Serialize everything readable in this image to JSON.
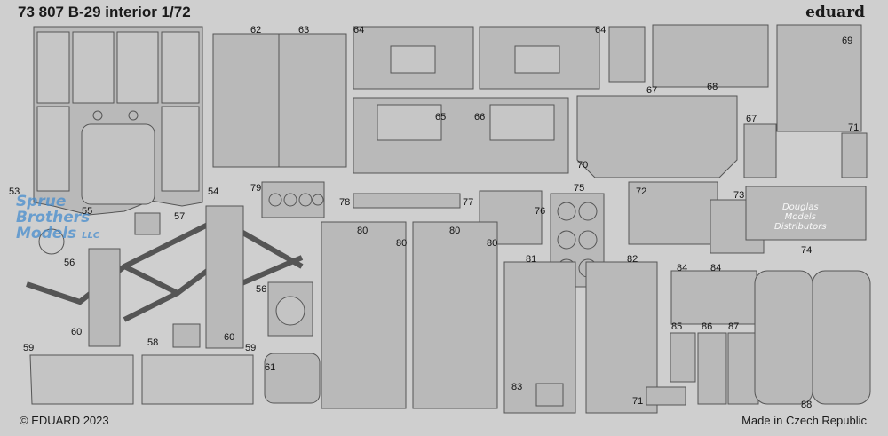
{
  "header": {
    "title": "73 807 B-29 interior 1/72",
    "brand": "eduard"
  },
  "footer": {
    "copyright": "© EDUARD 2023",
    "origin": "Made in Czech Republic"
  },
  "watermarks": {
    "left": [
      "Sprue",
      "Brothers",
      "Models",
      "LLC"
    ],
    "right": [
      "Douglas",
      "Models",
      "Distributors"
    ]
  },
  "colors": {
    "fret": "#cfcfcf",
    "part": "#b9b9b9",
    "outline": "#555555",
    "text": "#1a1a1a"
  },
  "part_numbers": {
    "p53": "53",
    "p54": "54",
    "p55": "55",
    "p56a": "56",
    "p56b": "56",
    "p57": "57",
    "p58": "58",
    "p59a": "59",
    "p59b": "59",
    "p60a": "60",
    "p60b": "60",
    "p61": "61",
    "p62": "62",
    "p63": "63",
    "p64a": "64",
    "p64b": "64",
    "p65": "65",
    "p66": "66",
    "p67a": "67",
    "p67b": "67",
    "p68": "68",
    "p69": "69",
    "p70": "70",
    "p71a": "71",
    "p71b": "71",
    "p72": "72",
    "p73": "73",
    "p74": "74",
    "p75": "75",
    "p76": "76",
    "p77": "77",
    "p78": "78",
    "p79": "79",
    "p80a": "80",
    "p80b": "80",
    "p80c": "80",
    "p80d": "80",
    "p81": "81",
    "p82": "82",
    "p83": "83",
    "p84a": "84",
    "p84b": "84",
    "p85": "85",
    "p86": "86",
    "p87": "87",
    "p88": "88"
  }
}
